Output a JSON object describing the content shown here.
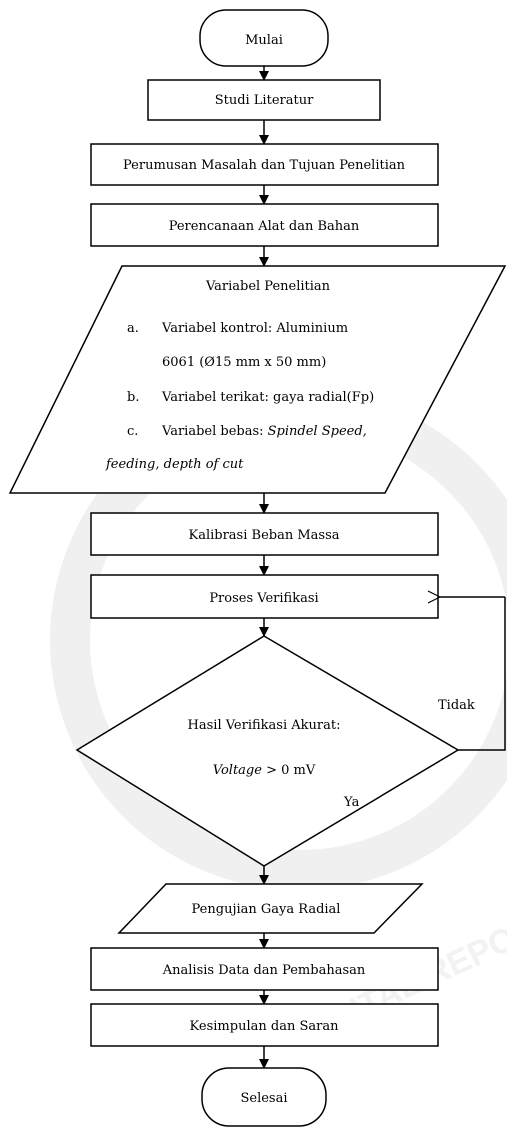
{
  "flowchart": {
    "start": "Mulai",
    "steps": {
      "studi": "Studi Literatur",
      "perumusan": "Perumusan Masalah dan Tujuan Penelitian",
      "perencanaan": "Perencanaan Alat dan Bahan",
      "kalibrasi": "Kalibrasi Beban Massa",
      "verifikasi": "Proses Verifikasi",
      "pengujian": "Pengujian Gaya Radial",
      "analisis": "Analisis Data dan Pembahasan",
      "kesimpulan": "Kesimpulan dan Saran"
    },
    "variabel": {
      "title": "Variabel Penelitian",
      "items": [
        {
          "marker": "a.",
          "line1": "Variabel kontrol: Aluminium",
          "line2": "6061 (Ø15 mm x 50 mm)"
        },
        {
          "marker": "b.",
          "line1": "Variabel terikat: gaya radial(Fp)"
        },
        {
          "marker": "c.",
          "line1_prefix": "Variabel bebas: ",
          "line1_italic": "Spindel Speed,",
          "line2_italic": "feeding, depth of cut"
        }
      ]
    },
    "decision": {
      "line1": "Hasil Verifikasi Akurat:",
      "line2_italic": "Voltage",
      "line2_rest": " > 0  mV",
      "no_label": "Tidak",
      "yes_label": "Ya"
    },
    "end": "Selesai"
  },
  "watermark": {
    "text": "DIGITAL REPOSITORY UNIVERSITAS JEMBER",
    "color": "#d8d8d8"
  }
}
